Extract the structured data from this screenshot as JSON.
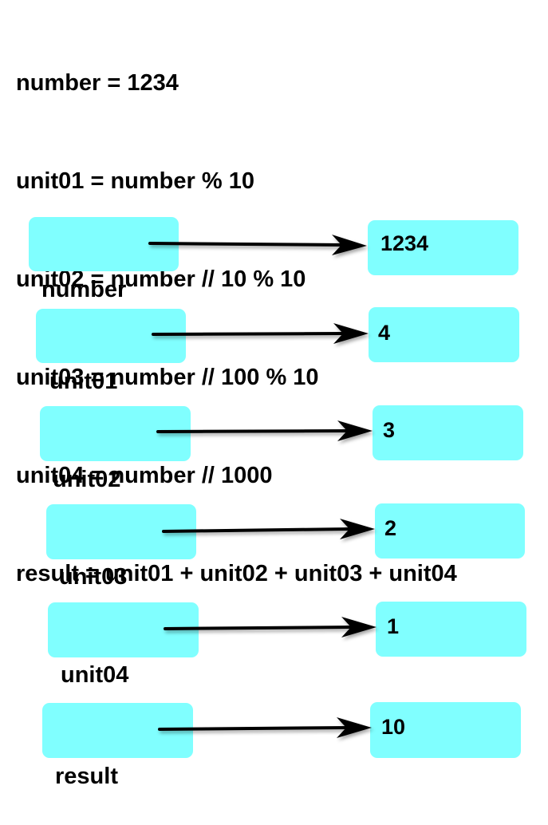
{
  "code_lines": [
    "number = 1234",
    "unit01 = number % 10",
    "unit02 = number // 10 % 10",
    "unit03 = number // 100 % 10",
    "unit04 = number // 1000",
    "result = unit01 + unit02 + unit03 + unit04"
  ],
  "variables": [
    {
      "name": "number",
      "value": "1234"
    },
    {
      "name": "unit01",
      "value": "4"
    },
    {
      "name": "unit02",
      "value": "3"
    },
    {
      "name": "unit03",
      "value": "2"
    },
    {
      "name": "unit04",
      "value": "1"
    },
    {
      "name": "result",
      "value": "10"
    }
  ],
  "colors": {
    "box_fill": "#80ffff",
    "arrow": "#000000",
    "text": "#000000"
  }
}
